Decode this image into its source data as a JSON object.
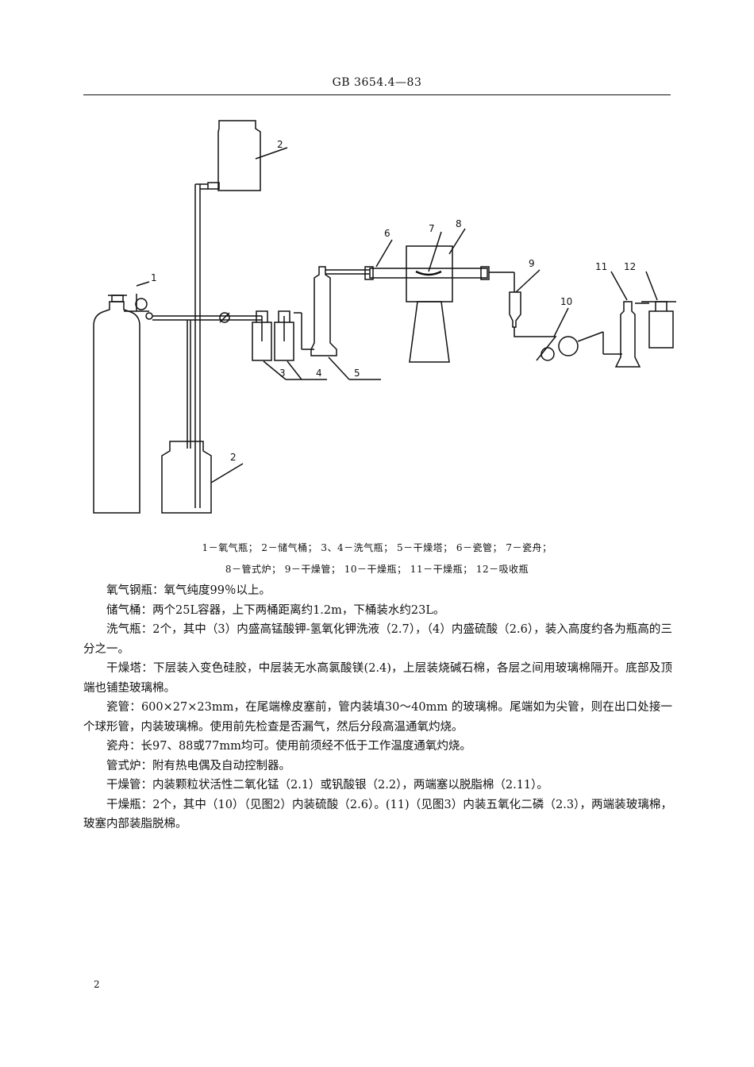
{
  "header": {
    "standard_number": "GB 3654.4—83"
  },
  "figure": {
    "labels": [
      "1",
      "2",
      "2",
      "3",
      "4",
      "5",
      "6",
      "7",
      "8",
      "9",
      "10",
      "11",
      "12"
    ]
  },
  "caption": {
    "line1": "1－氧气瓶； 2－储气桶； 3、4－洗气瓶； 5－干燥塔； 6－瓷管； 7－瓷舟；",
    "line2": "8－管式炉； 9－干燥管； 10－干燥瓶； 11－干燥瓶； 12－吸收瓶"
  },
  "body": [
    "氧气钢瓶：氧气纯度99％以上。",
    "储气桶：两个25L容器，上下两桶距离约1.2m，下桶装水约23L。",
    "洗气瓶：2个，其中（3）内盛高锰酸钾-氢氧化钾洗液（2.7），（4）内盛硫酸（2.6），装入高度约各为瓶高的三分之一。",
    "干燥塔：下层装入变色硅胶，中层装无水高氯酸镁(2.4)，上层装烧碱石棉，各层之间用玻璃棉隔开。底部及顶端也铺垫玻璃棉。",
    "瓷管：600×27×23mm，在尾端橡皮塞前，管内装填30～40mm 的玻璃棉。尾端如为尖管，则在出口处接一个球形管，内装玻璃棉。使用前先检查是否漏气，然后分段高温通氧灼烧。",
    "瓷舟：长97、88或77mm均可。使用前须经不低于工作温度通氧灼烧。",
    "管式炉：附有热电偶及自动控制器。",
    "干燥管：内装颗粒状活性二氧化锰（2.1）或钒酸银（2.2），两端塞以脱脂棉（2.11）。",
    "干燥瓶：2个，其中（10）（见图2）内装硫酸（2.6）。(11)（见图3）内装五氧化二磷（2.3），两端装玻璃棉，玻塞内部装脂脱棉。"
  ],
  "page_number": "2"
}
